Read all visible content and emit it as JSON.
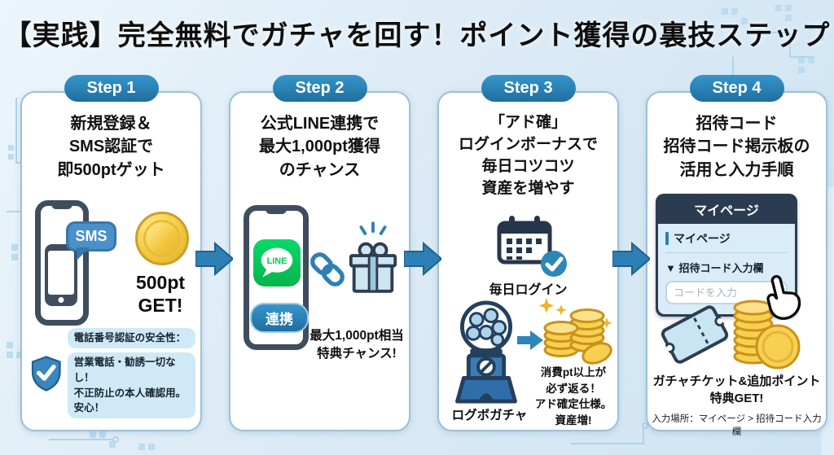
{
  "title": "【実践】完全無料でガチャを回す！ポイント獲得の裏技ステップ",
  "steps": [
    {
      "badge": "Step 1",
      "heading": "新規登録＆\nSMS認証で\n即500ptゲット",
      "sms_label": "SMS",
      "reward": "500pt\nGET!",
      "safety_title": "電話番号認証の安全性：",
      "safety_note": "営業電話・勧誘一切なし！\n不正防止の本人確認用。安心！"
    },
    {
      "badge": "Step 2",
      "heading": "公式LINE連携で\n最大1,000pt獲得\nのチャンス",
      "line_label": "LINE",
      "link_button": "連携",
      "bonus_note": "最大1,000pt相当\n特典チャンス!"
    },
    {
      "badge": "Step 3",
      "heading": "「アド確」\nログインボーナスで\n毎日コツコツ\n資産を増やす",
      "calendar_label": "毎日ログイン",
      "gacha_label": "ログボガチャ",
      "benefit_note": "消費pt以上が\n必ず返る！\nアド確定仕様。\n資産増!"
    },
    {
      "badge": "Step 4",
      "heading": "招待コード\n招待コード掲示板の\n活用と入力手順",
      "mockup": {
        "header": "マイページ",
        "menu_item": "マイページ",
        "dropdown_item": "▼ 招待コード入力欄",
        "input_placeholder": "コードを入力"
      },
      "reward_note": "ガチャチケット&追加ポイント\n特典GET!",
      "footnote": "入力場所：マイページ > 招待コード入力欄"
    }
  ],
  "colors": {
    "accent_blue": "#2e7fb5",
    "badge_blue": "#2b7db3",
    "coin_gold": "#f2c744",
    "line_green": "#06c755",
    "background_blue": "#d9eaf6"
  }
}
